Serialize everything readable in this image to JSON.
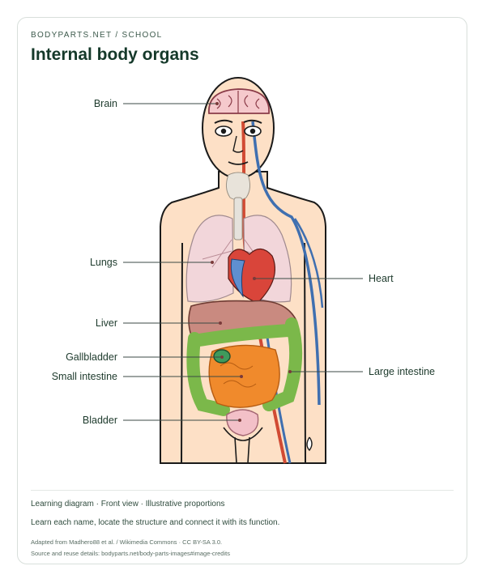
{
  "header": {
    "brand": "BODYPARTS.NET / SCHOOL",
    "title": "Internal body organs"
  },
  "labels": {
    "brain": "Brain",
    "lungs": "Lungs",
    "liver": "Liver",
    "gallbladder": "Gallbladder",
    "small_intestine": "Small intestine",
    "bladder": "Bladder",
    "heart": "Heart",
    "large_intestine": "Large intestine"
  },
  "footer": {
    "meta": "Learning diagram · Front view · Illustrative proportions",
    "instruction": "Learn each name, locate the structure and connect it with its function.",
    "credit": "Adapted from Madhero88 et al. / Wikimedia Commons · CC BY-SA 3.0.",
    "source": "Source and reuse details: bodyparts.net/body-parts-images#image-credits"
  },
  "colors": {
    "accent": "#15392a",
    "skin": "#fde0c6",
    "brain": "#f5c9cc",
    "lungs": "#f2d6da",
    "heart": "#d9453a",
    "liver": "#c98a80",
    "gallbladder": "#3f9a5c",
    "small_intestine": "#f08a2c",
    "large_intestine": "#7bb84a",
    "bladder": "#f3c0c8",
    "artery": "#d14a33",
    "vein": "#3f6fb0"
  }
}
